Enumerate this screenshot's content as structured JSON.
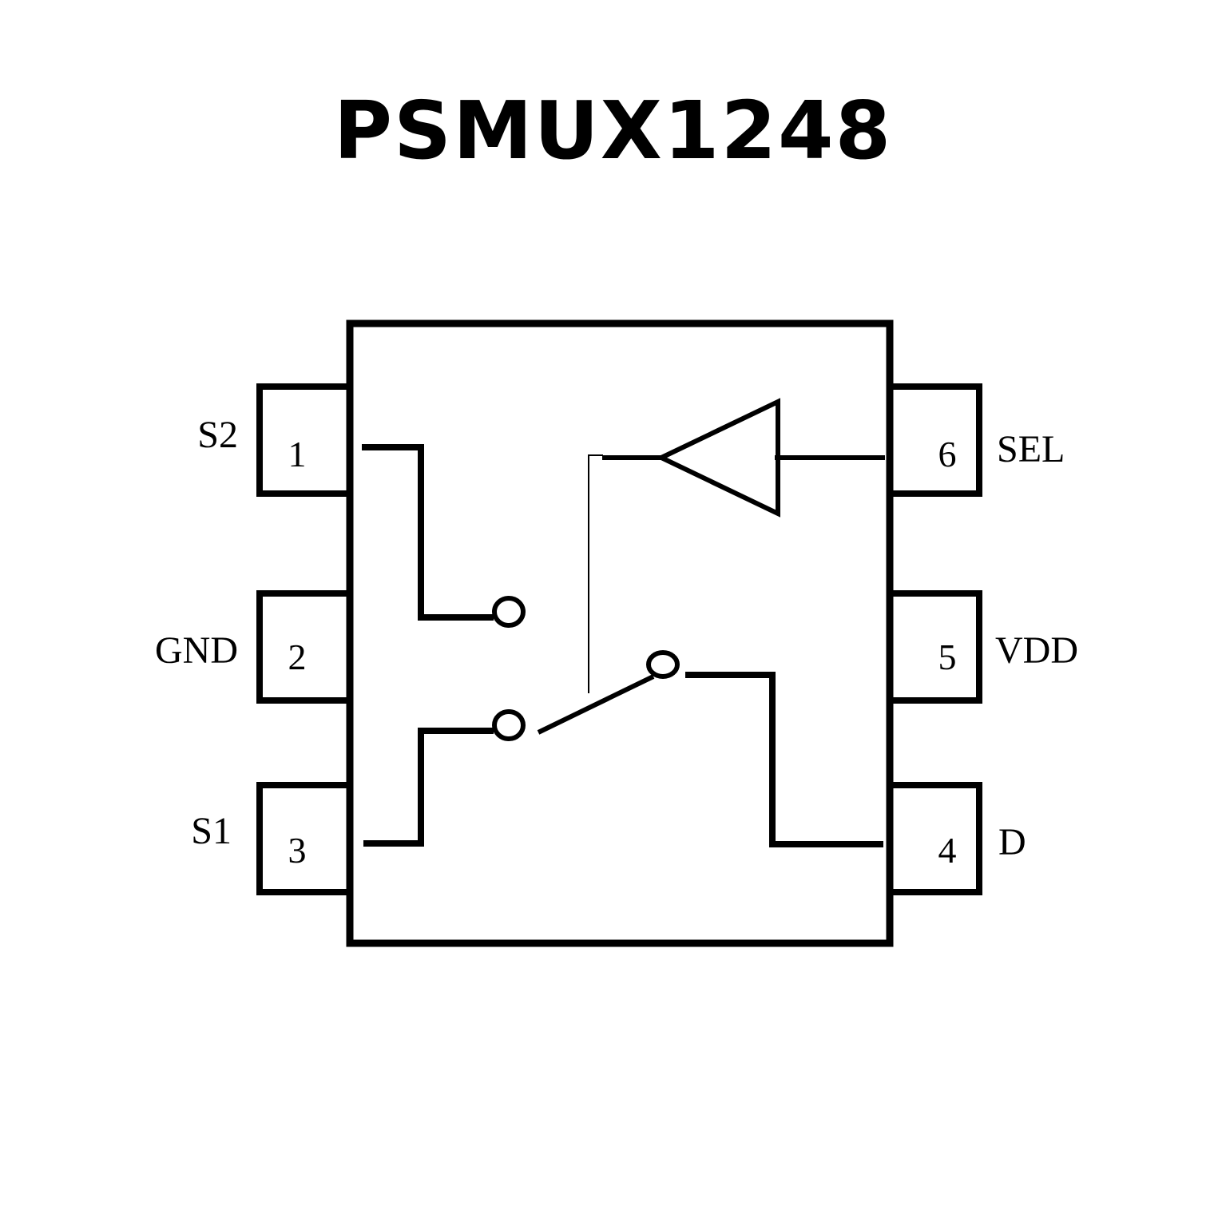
{
  "title": "PSMUX1248",
  "pins": {
    "left": [
      {
        "number": "1",
        "name": "S2"
      },
      {
        "number": "2",
        "name": "GND"
      },
      {
        "number": "3",
        "name": "S1"
      }
    ],
    "right": [
      {
        "number": "6",
        "name": "SEL"
      },
      {
        "number": "5",
        "name": "VDD"
      },
      {
        "number": "4",
        "name": "D"
      }
    ]
  },
  "colors": {
    "line": "#000000",
    "background": "#ffffff"
  }
}
